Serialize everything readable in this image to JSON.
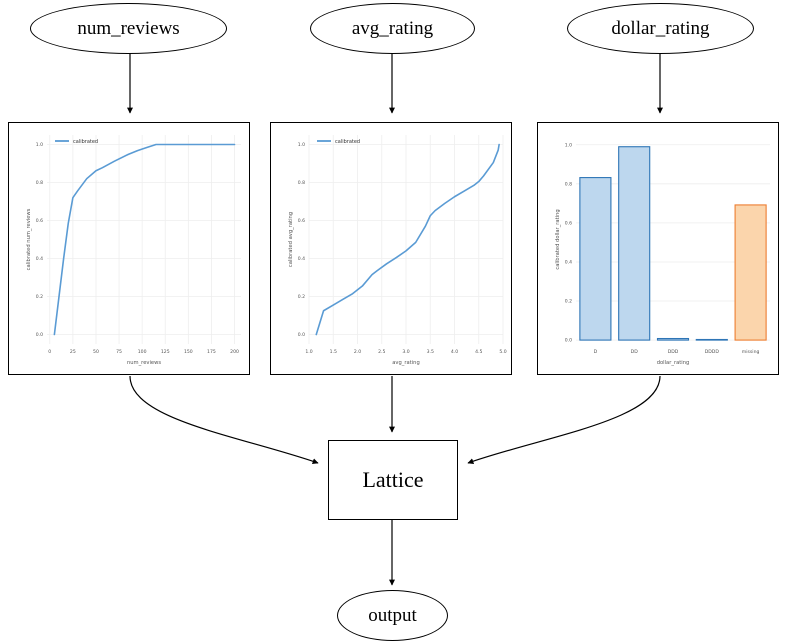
{
  "graph": {
    "nodes": {
      "num_reviews": "num_reviews",
      "avg_rating": "avg_rating",
      "dollar_rating": "dollar_rating",
      "lattice": "Lattice",
      "output": "output"
    }
  },
  "colors": {
    "line": "#5a9bd4",
    "bar_fill": "#bdd7ee",
    "bar_edge": "#2e75b6",
    "bar_missing_fill": "#fbd5ac",
    "bar_missing_edge": "#ed7d31",
    "axis_text": "#555555",
    "grid": "#eeeeee",
    "node_stroke": "#000000",
    "edge_stroke": "#000000"
  },
  "chart_data": [
    {
      "id": "num_reviews_calibrator",
      "type": "line",
      "title": "",
      "xlabel": "num_reviews",
      "ylabel": "calibrated num_reviews",
      "legend": [
        "calibrated"
      ],
      "legend_position": "upper left",
      "grid": true,
      "xlim": [
        -3,
        207
      ],
      "ylim": [
        -0.05,
        1.05
      ],
      "xticks": [
        0,
        25,
        50,
        75,
        100,
        125,
        150,
        175,
        200
      ],
      "xticklabels": [
        "0",
        "25",
        "50",
        "75",
        "100",
        "125",
        "150",
        "175",
        "200"
      ],
      "yticks": [
        0.0,
        0.2,
        0.4,
        0.6,
        0.8,
        1.0
      ],
      "yticklabels": [
        "0.0",
        "0.2",
        "0.4",
        "0.6",
        "0.8",
        "1.0"
      ],
      "series": [
        {
          "name": "calibrated",
          "x": [
            5,
            10,
            15,
            20,
            25,
            30,
            40,
            50,
            57,
            70,
            85,
            95,
            105,
            115,
            125,
            150,
            175,
            200
          ],
          "y": [
            0.0,
            0.2,
            0.4,
            0.585,
            0.72,
            0.755,
            0.82,
            0.862,
            0.878,
            0.912,
            0.948,
            0.968,
            0.984,
            1.0,
            1.0,
            1.0,
            1.0,
            1.0
          ]
        }
      ]
    },
    {
      "id": "avg_rating_calibrator",
      "type": "line",
      "title": "",
      "xlabel": "avg_rating",
      "ylabel": "calibrated avg_rating",
      "legend": [
        "calibrated"
      ],
      "legend_position": "upper left",
      "grid": true,
      "xlim": [
        1.0,
        5.0
      ],
      "ylim": [
        -0.05,
        1.05
      ],
      "xticks": [
        1.0,
        1.5,
        2.0,
        2.5,
        3.0,
        3.5,
        4.0,
        4.5,
        5.0
      ],
      "xticklabels": [
        "1.0",
        "1.5",
        "2.0",
        "2.5",
        "3.0",
        "3.5",
        "4.0",
        "4.5",
        "5.0"
      ],
      "yticks": [
        0.0,
        0.2,
        0.4,
        0.6,
        0.8,
        1.0
      ],
      "yticklabels": [
        "0.0",
        "0.2",
        "0.4",
        "0.6",
        "0.8",
        "1.0"
      ],
      "series": [
        {
          "name": "calibrated",
          "x": [
            1.15,
            1.3,
            1.5,
            1.7,
            1.9,
            2.1,
            2.3,
            2.4,
            2.6,
            2.8,
            3.0,
            3.2,
            3.4,
            3.5,
            3.6,
            3.8,
            4.0,
            4.2,
            4.4,
            4.5,
            4.6,
            4.8,
            4.9,
            4.92
          ],
          "y": [
            0.0,
            0.125,
            0.155,
            0.185,
            0.215,
            0.255,
            0.315,
            0.335,
            0.372,
            0.405,
            0.44,
            0.485,
            0.57,
            0.625,
            0.652,
            0.69,
            0.725,
            0.755,
            0.785,
            0.805,
            0.835,
            0.905,
            0.97,
            1.0
          ]
        }
      ]
    },
    {
      "id": "dollar_rating_calibrator",
      "type": "bar",
      "title": "",
      "xlabel": "dollar_rating",
      "ylabel": "calibrated dollar_rating",
      "grid": true,
      "ylim": [
        -0.02,
        1.05
      ],
      "yticks": [
        0.0,
        0.2,
        0.4,
        0.6,
        0.8,
        1.0
      ],
      "yticklabels": [
        "0.0",
        "0.2",
        "0.4",
        "0.6",
        "0.8",
        "1.0"
      ],
      "categories": [
        "D",
        "DD",
        "DDD",
        "DDDD",
        "missing"
      ],
      "values": [
        0.832,
        0.99,
        0.008,
        0.0,
        0.692
      ],
      "bar_kinds": [
        "normal",
        "normal",
        "normal",
        "normal",
        "missing"
      ]
    }
  ]
}
